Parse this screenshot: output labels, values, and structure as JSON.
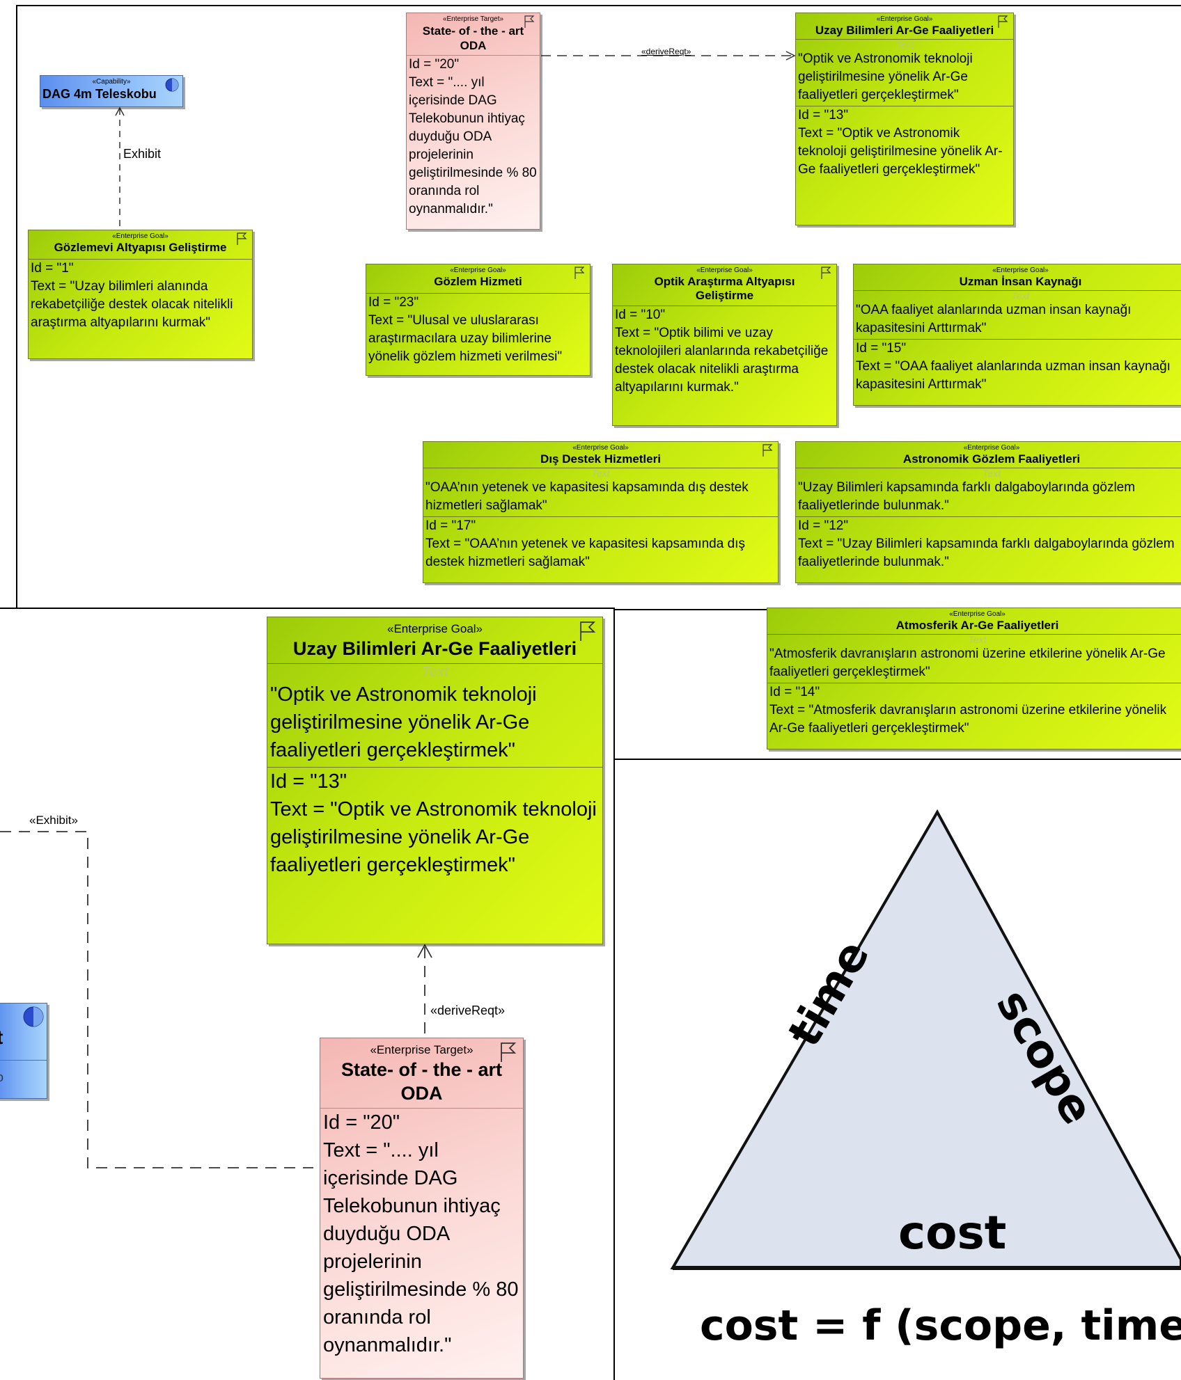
{
  "top": {
    "capability": {
      "stereotype": "«Capability»",
      "name": "DAG 4m Teleskobu"
    },
    "exhibit_label": "Exhibit",
    "derive_label": "«deriveReqt»",
    "goal_gozlemevi": {
      "stereotype": "«Enterprise Goal»",
      "name": "Gözlemevi Altyapısı Geliştirme",
      "body": "Id = \"1\"\nText = \"Uzay bilimleri alanında rekabetçiliğe destek olacak nitelikli araştırma altyapılarını kurmak\""
    },
    "target_state": {
      "stereotype": "«Enterprise Target»",
      "name": "State- of - the - art  ODA",
      "body": "Id = \"20\"\nText = \".... yıl içerisinde DAG Telekobunun ihtiyaç duyduğu ODA projelerinin geliştirilmesinde % 80 oranında rol oynanmalıdır.\""
    },
    "goal_uzay": {
      "stereotype": "«Enterprise Goal»",
      "name": "Uzay Bilimleri Ar-Ge Faaliyetleri",
      "text_tag": "Text",
      "text": "\"Optik ve Astronomik teknoloji geliştirilmesine yönelik Ar-Ge faaliyetleri gerçekleştirmek\"",
      "body": "Id = \"13\"\nText = \"Optik ve Astronomik teknoloji geliştirilmesine yönelik Ar-Ge faaliyetleri gerçekleştirmek\""
    },
    "goal_gozlem_hizmeti": {
      "stereotype": "«Enterprise Goal»",
      "name": "Gözlem Hizmeti",
      "body": "Id = \"23\"\nText = \"Ulusal ve uluslararası araştırmacılara uzay bilimlerine yönelik gözlem hizmeti verilmesi\""
    },
    "goal_optik": {
      "stereotype": "«Enterprise Goal»",
      "name": "Optik Araştırma Altyapısı Geliştirme",
      "body": "Id = \"10\"\nText = \"Optik bilimi ve uzay teknolojileri alanlarında rekabetçiliğe destek olacak nitelikli araştırma altyapılarını kurmak.\""
    },
    "goal_uzman": {
      "stereotype": "«Enterprise Goal»",
      "name": "Uzman İnsan Kaynağı",
      "text_tag": "Text",
      "text": "\"OAA faaliyet alanlarında uzman insan kaynağı kapasitesini Arttırmak\"",
      "body": "Id = \"15\"\nText = \"OAA faaliyet alanlarında uzman insan kaynağı kapasitesini Arttırmak\""
    },
    "goal_dis": {
      "stereotype": "«Enterprise Goal»",
      "name": "Dış Destek Hizmetleri",
      "text_tag": "Text",
      "text": "\"OAA’nın yetenek ve kapasitesi kapsamında dış destek hizmetleri sağlamak\"",
      "body": "Id = \"17\"\nText = \"OAA’nın yetenek ve kapasitesi kapsamında dış destek hizmetleri sağlamak\""
    },
    "goal_astro": {
      "stereotype": "«Enterprise Goal»",
      "name": "Astronomik Gözlem Faaliyetleri",
      "text_tag": "Text",
      "text": "\"Uzay Bilimleri kapsamında farklı dalgaboylarında gözlem faaliyetlerinde bulunmak.\"",
      "body": "Id = \"12\"\nText = \"Uzay Bilimleri kapsamında farklı dalgaboylarında gözlem faaliyetlerinde bulunmak.\""
    },
    "goal_atmos": {
      "stereotype": "«Enterprise Goal»",
      "name": "Atmosferik Ar-Ge Faaliyetleri",
      "text_tag": "Text",
      "text": "\"Atmosferik davranışların astronomi üzerine etkilerine yönelik Ar-Ge faaliyetleri gerçekleştirmek\"",
      "body": "Id = \"14\"\nText = \"Atmosferik davranışların astronomi üzerine etkilerine yönelik Ar-Ge faaliyetleri gerçekleştirmek\""
    }
  },
  "zoom": {
    "exhibit_label": "«Exhibit»",
    "derive_label": "«deriveReqt»",
    "partial_cap_title": "t",
    "partial_cap_attr": "o",
    "goal_uzay": {
      "stereotype": "«Enterprise Goal»",
      "name": "Uzay Bilimleri Ar-Ge Faaliyetleri",
      "text_tag": "Text",
      "text": "\"Optik ve Astronomik teknoloji geliştirilmesine yönelik Ar-Ge faaliyetleri gerçekleştirmek\"",
      "body": "Id = \"13\"\nText = \"Optik ve Astronomik teknoloji geliştirilmesine yönelik Ar-Ge faaliyetleri gerçekleştirmek\""
    },
    "target_state": {
      "stereotype": "«Enterprise Target»",
      "name": "State- of - the - art  ODA",
      "body": "Id = \"20\"\nText = \".... yıl içerisinde DAG Telekobunun ihtiyaç duyduğu ODA projelerinin geliştirilmesinde % 80 oranında rol oynanmalıdır.\""
    }
  },
  "triangle": {
    "left": "time",
    "right": "scope",
    "bottom": "cost",
    "formula": "cost = f (scope, time"
  },
  "colors": {
    "goal": "#c3e80f",
    "target": "#fbd8d5",
    "capability": "#86b6f8",
    "triangle_fill": "#dce3ee"
  }
}
